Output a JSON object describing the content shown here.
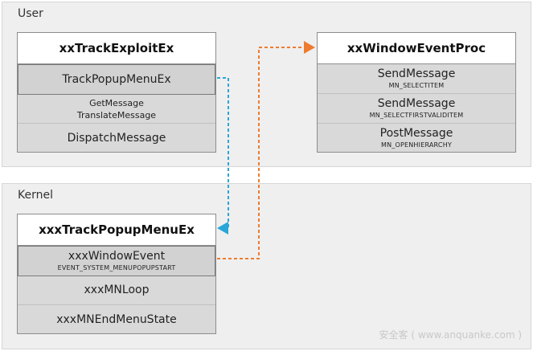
{
  "regions": {
    "user_label": "User",
    "kernel_label": "Kernel"
  },
  "boxes": {
    "track_exploit": {
      "title": "xxTrackExploitEx",
      "rows": [
        {
          "main": "TrackPopupMenuEx"
        },
        {
          "lines": [
            "GetMessage",
            "TranslateMessage"
          ]
        },
        {
          "main": "DispatchMessage"
        }
      ]
    },
    "window_event_proc": {
      "title": "xxWindowEventProc",
      "rows": [
        {
          "main": "SendMessage",
          "sub": "MN_SELECTITEM"
        },
        {
          "main": "SendMessage",
          "sub": "MN_SELECTFIRSTVALIDITEM"
        },
        {
          "main": "PostMessage",
          "sub": "MN_OPENHIERARCHY"
        }
      ]
    },
    "kernel_track_popup": {
      "title": "xxxTrackPopupMenuEx",
      "rows": [
        {
          "main": "xxxWindowEvent",
          "sub": "EVENT_SYSTEM_MENUPOPUPSTART"
        },
        {
          "main": "xxxMNLoop"
        },
        {
          "main": "xxxMNEndMenuState"
        }
      ]
    }
  },
  "arrow_colors": {
    "blue": "#29a6d8",
    "orange": "#ee7b2f"
  },
  "watermark": "安全客 ( www.anquanke.com )"
}
